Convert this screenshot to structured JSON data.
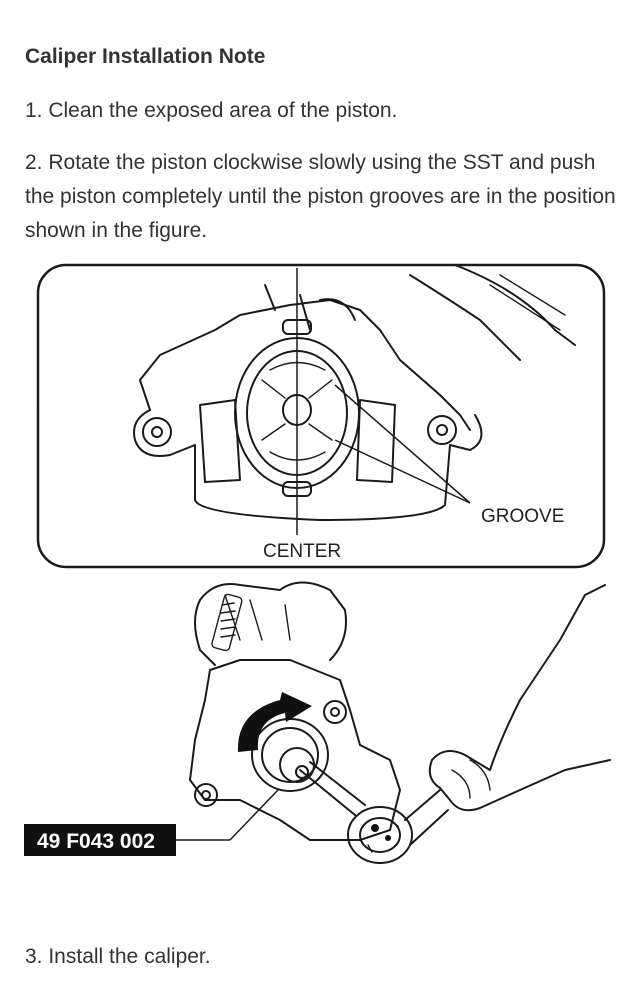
{
  "document": {
    "heading": "Caliper Installation Note",
    "steps": [
      "1. Clean the exposed area of the piston.",
      "2. Rotate the piston clockwise slowly using the SST and push the piston completely until the piston grooves are in the position shown in the figure.",
      "3. Install the caliper."
    ]
  },
  "figure": {
    "label_groove": "GROOVE",
    "label_center": "CENTER",
    "tool_number": "49 F043 002"
  }
}
